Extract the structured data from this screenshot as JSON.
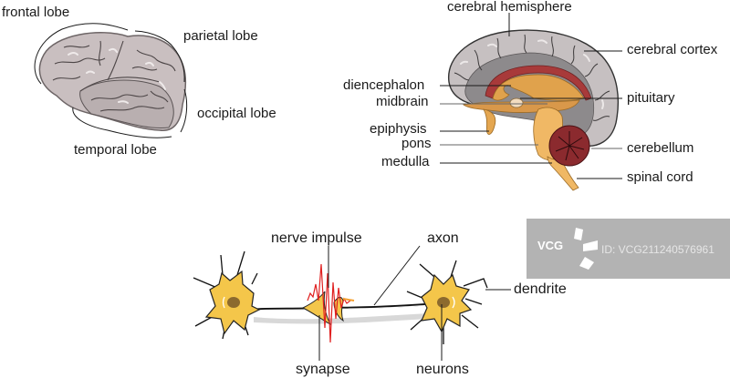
{
  "panels": {
    "lobes": {
      "title": "brain lobes (lateral view)",
      "labels": {
        "frontal": "frontal lobe",
        "parietal": "parietal lobe",
        "occipital": "occipital lobe",
        "temporal": "temporal lobe"
      }
    },
    "sagittal": {
      "title": "brain sagittal section",
      "labels": {
        "cerebral_hemisphere": "cerebral hemisphere",
        "cerebral_cortex": "cerebral cortex",
        "diencephalon": "diencephalon",
        "midbrain": "midbrain",
        "pituitary": "pituitary",
        "epiphysis": "epiphysis",
        "pons": "pons",
        "cerebellum": "cerebellum",
        "medulla": "medulla",
        "spinal_cord": "spinal cord"
      }
    },
    "neurons": {
      "title": "neurons and synapse",
      "labels": {
        "nerve_impulse": "nerve impulse",
        "axon": "axon",
        "dendrite": "dendrite",
        "synapse": "synapse",
        "neurons": "neurons"
      }
    }
  },
  "watermark": {
    "logo": "VCG",
    "id": "ID: VCG211240576961"
  },
  "colors": {
    "brain_gray": "#c9bfc0",
    "brain_dark": "#7d7576",
    "inner_gray": "#8a8789",
    "corpus_red": "#a83a3a",
    "stem_orange": "#e3a94f",
    "cerebellum_red": "#8b2a2e",
    "neuron_yellow": "#f4c64a",
    "nucleus_brown": "#8c6a2e",
    "impulse_red": "#e02020"
  }
}
